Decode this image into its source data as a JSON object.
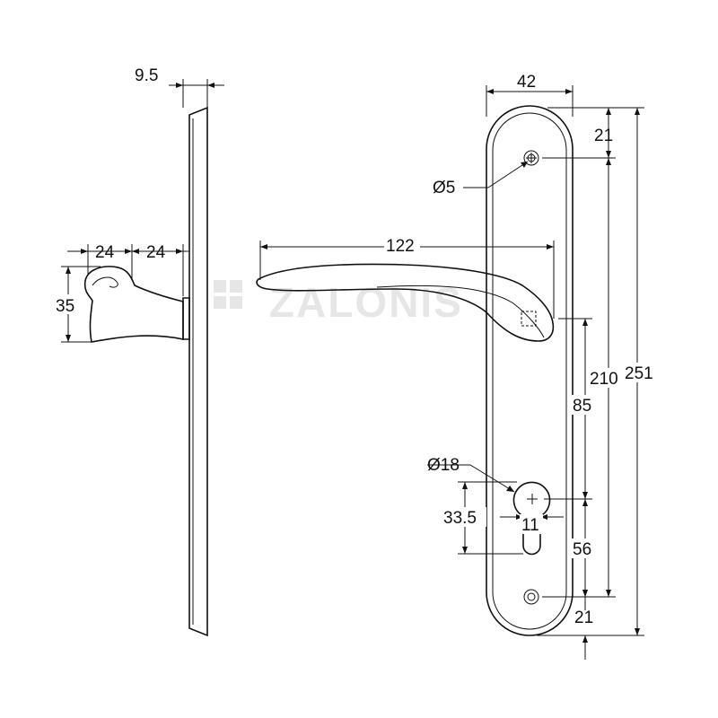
{
  "watermark": {
    "text": "ZALONIS"
  },
  "side_view": {
    "plate_thickness": "9.5",
    "handle_offset_a": "24",
    "handle_offset_b": "24",
    "handle_height": "35"
  },
  "front_view": {
    "plate_width": "42",
    "top_hole_offset": "21",
    "top_hole_diameter": "Ø5",
    "lever_length": "122",
    "hole_spacing": "210",
    "total_height": "251",
    "lever_to_cylinder": "85",
    "cylinder_diameter": "Ø18",
    "cylinder_height": "33.5",
    "cylinder_width": "11",
    "cylinder_to_bottom_hole": "56",
    "bottom_hole_offset": "21"
  }
}
